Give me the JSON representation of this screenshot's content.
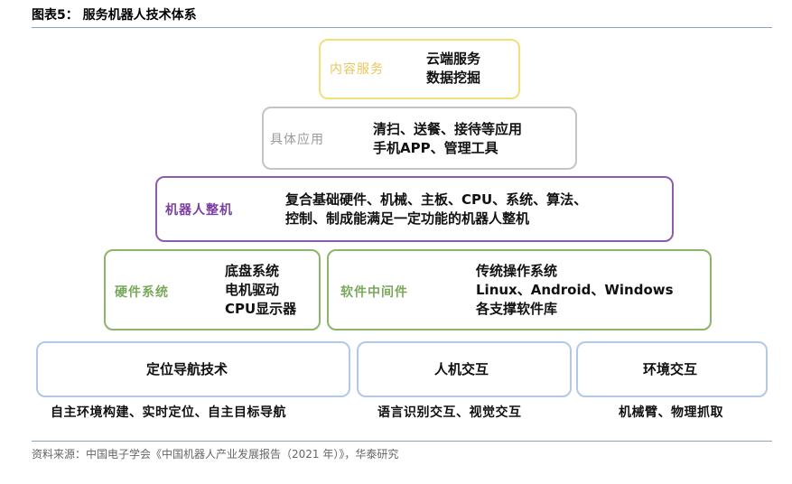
{
  "figure": {
    "title": "图表5：  服务机器人技术体系",
    "source": "资料来源：中国电子学会《中国机器人产业发展报告（2021 年）》，华泰研究"
  },
  "layers": {
    "content_service": {
      "label": "内容服务",
      "lines": [
        "云端服务",
        "数据挖掘"
      ]
    },
    "application": {
      "label": "具体应用",
      "lines": [
        "清扫、送餐、接待等应用",
        "手机APP、管理工具"
      ]
    },
    "whole_machine": {
      "label": "机器人整机",
      "lines": [
        "复合基础硬件、机械、主板、CPU、系统、算法、",
        "控制、制成能满足一定功能的机器人整机"
      ]
    },
    "hardware": {
      "label": "硬件系统",
      "lines": [
        "底盘系统",
        "电机驱动",
        "CPU显示器"
      ]
    },
    "software": {
      "label": "软件中间件",
      "lines": [
        "传统操作系统",
        "Linux、Android、Windows",
        "各支撑软件库"
      ]
    }
  },
  "base": [
    {
      "label": "定位导航技术",
      "caption": "自主环境构建、实时定位、自主目标导航"
    },
    {
      "label": "人机交互",
      "caption": "语言识别交互、视觉交互"
    },
    {
      "label": "环境交互",
      "caption": "机械臂、物理抓取"
    }
  ],
  "colors": {
    "content_service": "#f3df7a",
    "application": "#c4c4c4",
    "whole_machine": "#8d5bb0",
    "hardware_software": "#8bb56b",
    "base": "#b3c7e8"
  }
}
